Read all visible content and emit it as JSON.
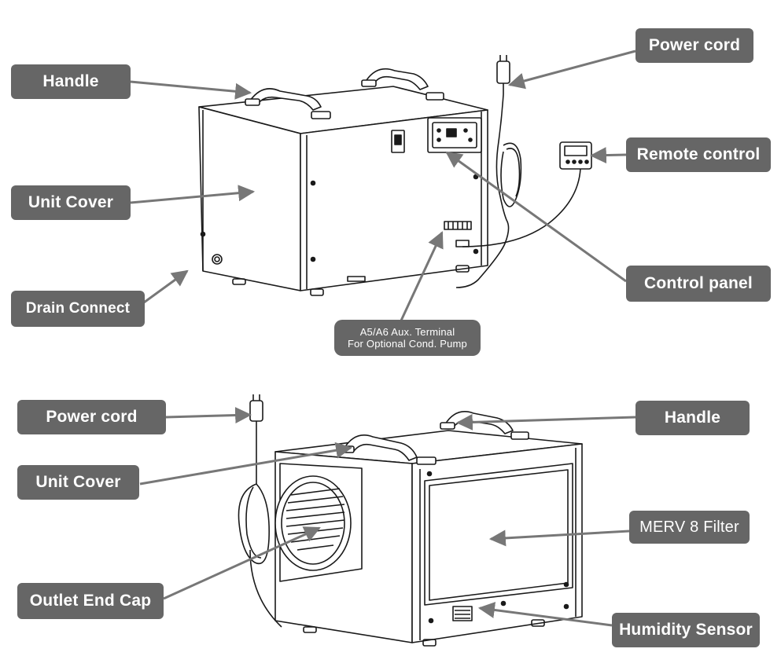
{
  "diagram": {
    "top_view": {
      "handle": "Handle",
      "unit_cover": "Unit Cover",
      "drain_connect": "Drain Connect",
      "power_cord": "Power cord",
      "remote_control": "Remote control",
      "control_panel": "Control panel",
      "aux_terminal_line1": "A5/A6 Aux. Terminal",
      "aux_terminal_line2": "For Optional Cond. Pump"
    },
    "bottom_view": {
      "power_cord": "Power cord",
      "unit_cover": "Unit Cover",
      "outlet_end_cap": "Outlet End Cap",
      "handle": "Handle",
      "merv_filter": "MERV 8 Filter",
      "humidity_sensor": "Humidity Sensor"
    },
    "colors": {
      "label_bg": "#666666",
      "label_text": "#ffffff",
      "line": "#1a1a1a",
      "arrow": "#777777"
    }
  }
}
